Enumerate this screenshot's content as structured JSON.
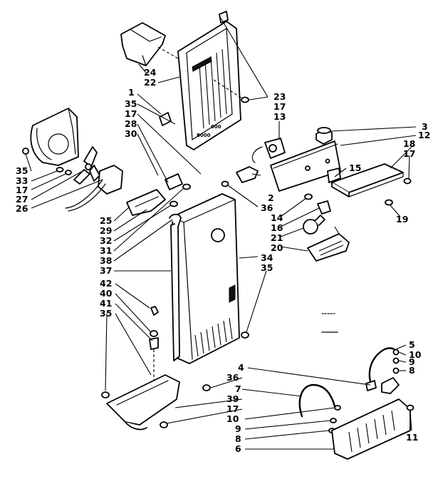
{
  "labels": {
    "l24": "24",
    "l22": "22",
    "l1": "1",
    "l35a": "35",
    "l17a": "17",
    "l28": "28",
    "l30": "30",
    "l23": "23",
    "l17b": "17",
    "l13": "13",
    "l3": "3",
    "l12": "12",
    "l18": "18",
    "l17c": "17",
    "l15": "15",
    "l2": "2",
    "l36a": "36",
    "l14": "14",
    "l16": "16",
    "l21": "21",
    "l20": "20",
    "l19": "19",
    "l34": "34",
    "l35b": "35",
    "l35c": "35",
    "l33": "33",
    "l17d": "17",
    "l27": "27",
    "l26": "26",
    "l25": "25",
    "l29": "29",
    "l32": "32",
    "l31": "31",
    "l38": "38",
    "l37": "37",
    "l42": "42",
    "l40": "40",
    "l41": "41",
    "l35d": "35",
    "l4": "4",
    "l36b": "36",
    "l7": "7",
    "l39": "39",
    "l17e": "17",
    "l10a": "10",
    "l9a": "9",
    "l8a": "8",
    "l6": "6",
    "l5": "5",
    "l10b": "10",
    "l9b": "9",
    "l8b": "8",
    "l11": "11"
  }
}
